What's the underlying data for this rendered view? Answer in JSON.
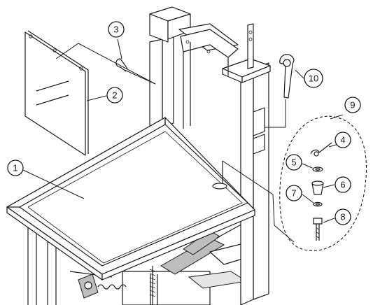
{
  "callouts": [
    {
      "id": "1",
      "part": "tray"
    },
    {
      "id": "2",
      "part": "side-panel"
    },
    {
      "id": "3",
      "part": "cotter-pin"
    },
    {
      "id": "4",
      "part": "clip"
    },
    {
      "id": "5",
      "part": "washer"
    },
    {
      "id": "6",
      "part": "bushing"
    },
    {
      "id": "7",
      "part": "lock-washer"
    },
    {
      "id": "8",
      "part": "bolt"
    },
    {
      "id": "9",
      "part": "hardware-kit"
    },
    {
      "id": "10",
      "part": "wrench"
    }
  ]
}
